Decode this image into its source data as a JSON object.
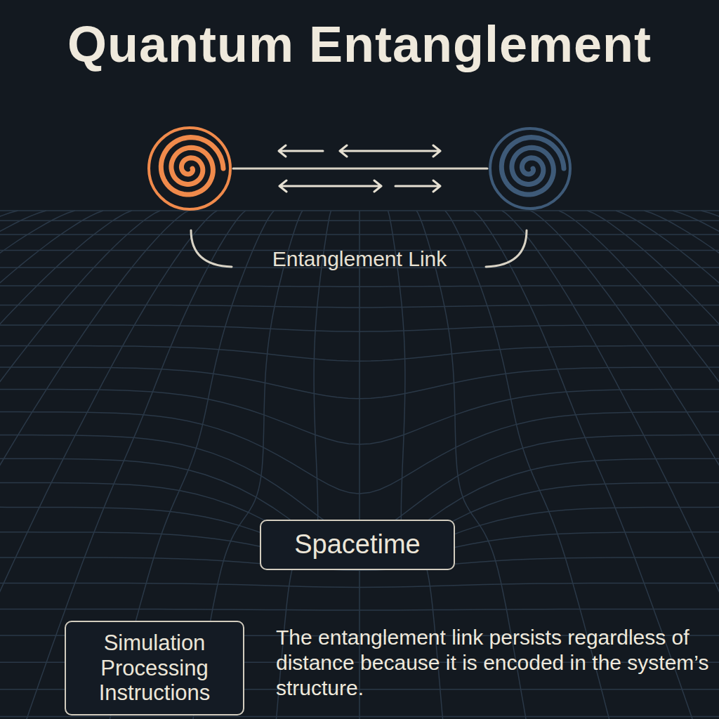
{
  "diagram": {
    "title": "Quantum Entanglement",
    "nodes": [
      {
        "text": [
          "Spacetime"
        ]
      },
      {
        "text": [
          "Simulation Processing Instructions"
        ]
      }
    ],
    "labels": [
      "Entanglement Link",
      "The entanglement link persists regardless of distance because it is encoded in the system’s structure."
    ]
  }
}
